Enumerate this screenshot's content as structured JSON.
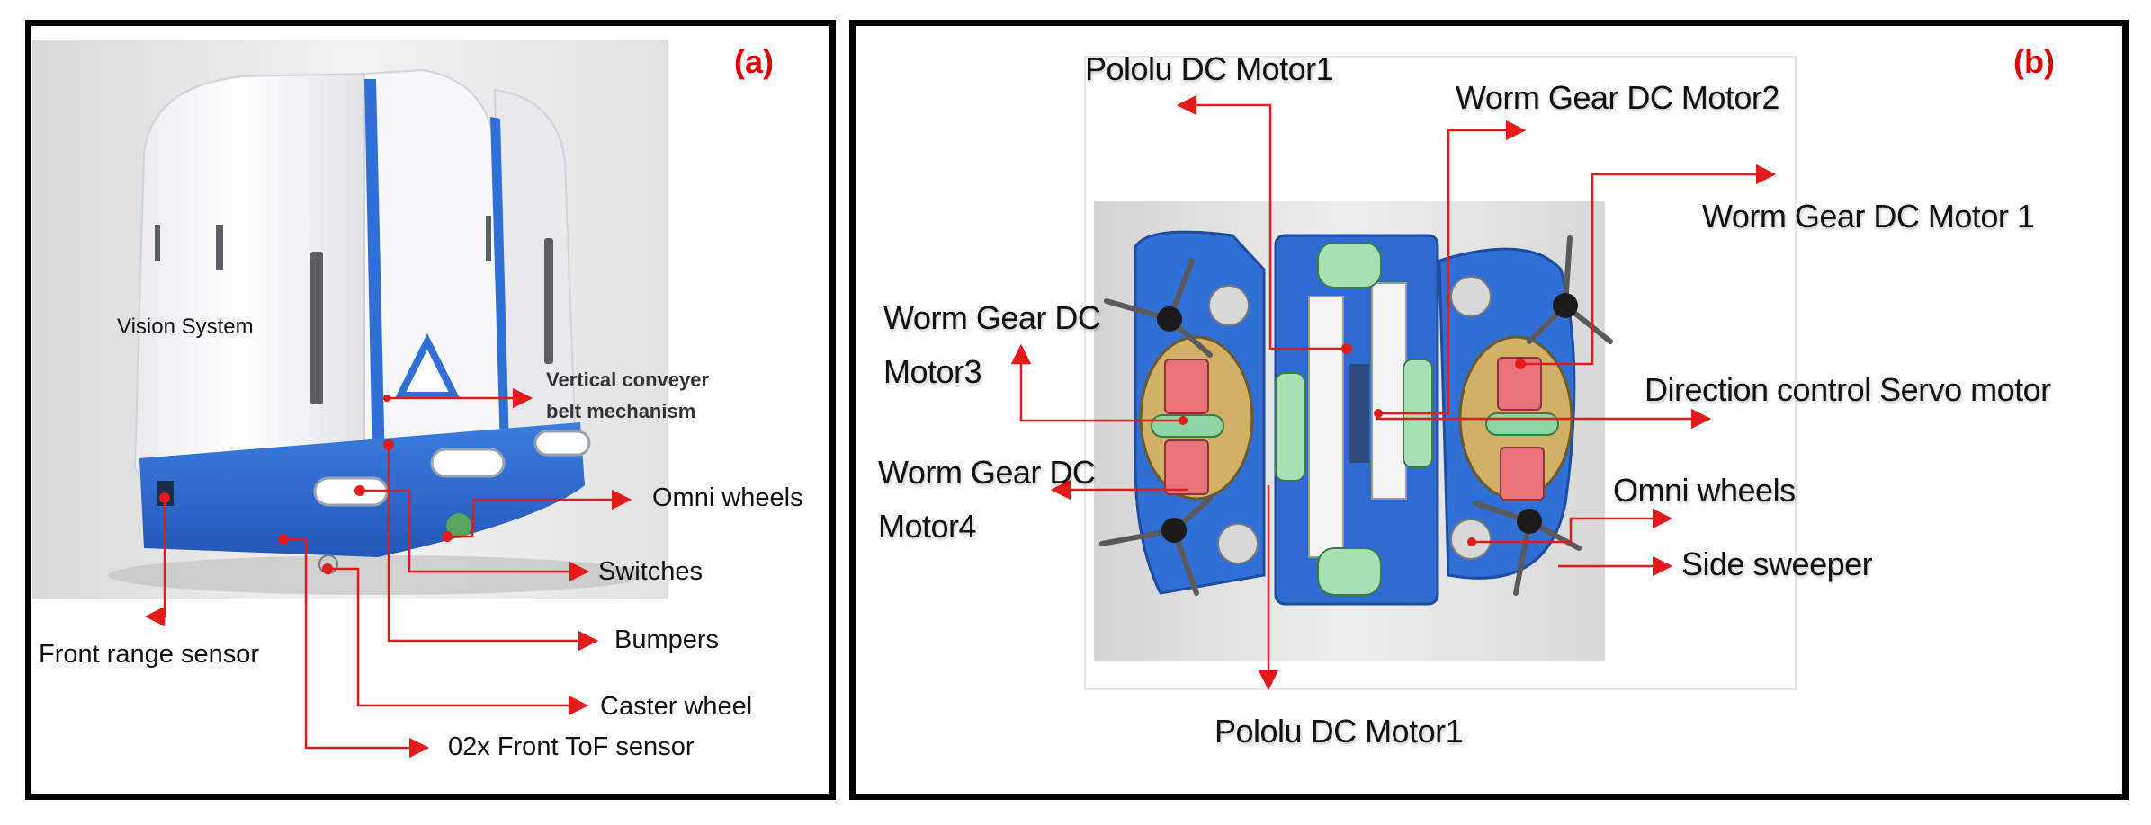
{
  "panel_a": {
    "tag": "(a)",
    "labels": {
      "vision_system": "Vision System",
      "vertical_conveyer_1": "Vertical conveyer",
      "vertical_conveyer_2": "belt mechanism",
      "omni_wheels": "Omni wheels",
      "switches": "Switches",
      "bumpers": "Bumpers",
      "front_range_sensor": "Front range sensor",
      "caster_wheel": "Caster wheel",
      "front_tof_sensor": "02x Front ToF sensor"
    }
  },
  "panel_b": {
    "tag": "(b)",
    "labels": {
      "pololu_top": "Pololu DC Motor1",
      "worm_motor2": "Worm Gear DC Motor2",
      "worm_motor1": "Worm Gear DC Motor 1",
      "worm_motor3_l1": "Worm Gear DC",
      "worm_motor3_l2": "Motor3",
      "direction_servo": "Direction control Servo motor",
      "worm_motor4_l1": "Worm Gear DC",
      "worm_motor4_l2": "Motor4",
      "omni_wheels": "Omni  wheels",
      "side_sweeper": "Side sweeper",
      "pololu_bottom": "Pololu DC Motor1"
    }
  },
  "colors": {
    "callout_red": "#e31b1b",
    "robot_blue": "#2f6fd6",
    "robot_white": "#f4f5f7",
    "tag_red": "#e00000"
  }
}
